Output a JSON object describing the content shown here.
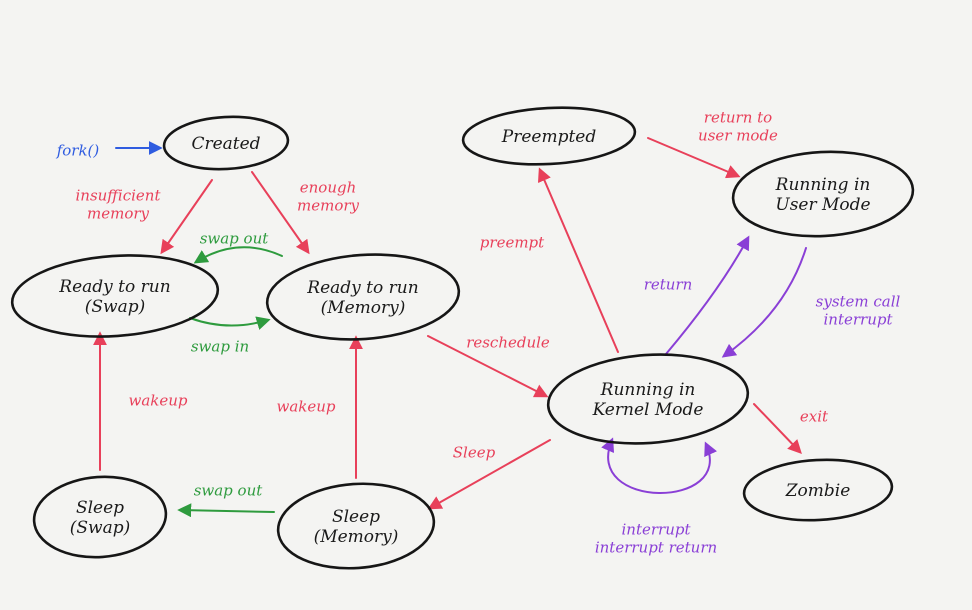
{
  "colors": {
    "red": "#e8405a",
    "green": "#2e9b3e",
    "purple": "#8a3fd6",
    "blue": "#2f5ce0",
    "ink": "#161616",
    "background": "#f4f4f2"
  },
  "nodes": {
    "created": [
      "Created"
    ],
    "preempted": [
      "Preempted"
    ],
    "running_user": [
      "Running in",
      "User Mode"
    ],
    "ready_swap": [
      "Ready to run",
      "(Swap)"
    ],
    "ready_memory": [
      "Ready to run",
      "(Memory)"
    ],
    "running_kernel": [
      "Running in",
      "Kernel Mode"
    ],
    "sleep_swap": [
      "Sleep",
      "(Swap)"
    ],
    "sleep_memory": [
      "Sleep",
      "(Memory)"
    ],
    "zombie": [
      "Zombie"
    ]
  },
  "labels": {
    "fork": [
      "fork()"
    ],
    "insufficient": [
      "insufficient",
      "memory"
    ],
    "enough": [
      "enough",
      "memory"
    ],
    "swap_out_top": [
      "swap out"
    ],
    "swap_in": [
      "swap in"
    ],
    "preempt": [
      "preempt"
    ],
    "return_user": [
      "return to",
      "user mode"
    ],
    "return": [
      "return"
    ],
    "syscall": [
      "system call",
      "interrupt"
    ],
    "reschedule": [
      "reschedule"
    ],
    "exit": [
      "exit"
    ],
    "wakeup_left": [
      "wakeup"
    ],
    "wakeup_mid": [
      "wakeup"
    ],
    "sleep": [
      "Sleep"
    ],
    "swap_out_bottom": [
      "swap out"
    ],
    "interrupt": [
      "interrupt",
      "interrupt return"
    ]
  }
}
